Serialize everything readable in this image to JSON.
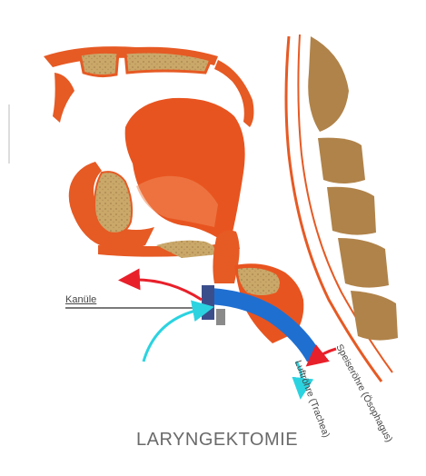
{
  "diagram": {
    "title": "LARYNGEKTOMIE",
    "labels": {
      "cannula": "Kanüle",
      "trachea": "Luftröhre (Trachea)",
      "esophagus": "Speiseröhre (Ösophagus)"
    },
    "colors": {
      "muscle": "#E8541F",
      "bone_fill": "#C9A86A",
      "bone_outline": "#E65A24",
      "vertebra": "#B0834A",
      "cannula_tube": "#1F6FD1",
      "cannula_collar": "#3B4E8C",
      "arrow_red": "#E8202A",
      "arrow_cyan": "#2BD3E0",
      "label_line": "#7a7a7a",
      "title_text": "#6a6a6a"
    }
  }
}
